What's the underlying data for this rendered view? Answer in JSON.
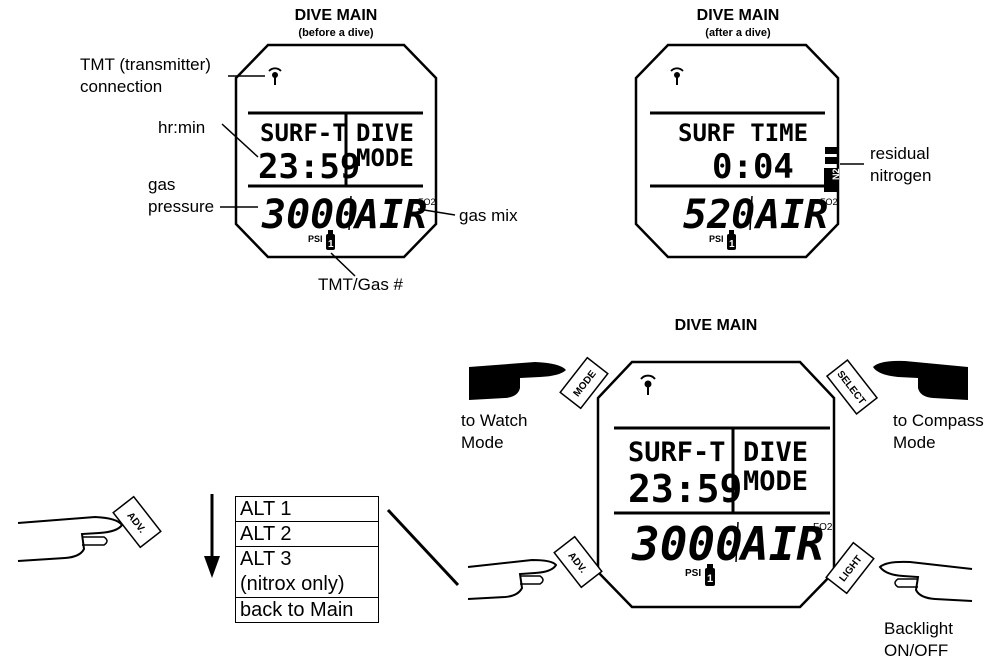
{
  "top_left": {
    "title": "DIVE MAIN",
    "subtitle": "(before a dive)",
    "screen": {
      "surf_label": "SURF-T",
      "time": "23:59",
      "mode_line1": "DIVE",
      "mode_line2": "MODE",
      "pressure": "3000",
      "gas": "AIR",
      "fo2": "FO2",
      "psi": "PSI",
      "tank_number": "1"
    },
    "callouts": {
      "tmt": "TMT (transmitter)\nconnection",
      "hrmin": "hr:min",
      "gas_pressure": "gas\npressure",
      "gas_mix": "gas mix",
      "tmt_gas": "TMT/Gas #"
    }
  },
  "top_right": {
    "title": "DIVE MAIN",
    "subtitle": "(after a dive)",
    "screen": {
      "surf_label": "SURF TIME",
      "time": "0:04",
      "pressure": "520",
      "gas": "AIR",
      "fo2": "FO2",
      "psi": "PSI",
      "tank_number": "1",
      "n2": "N2"
    },
    "callouts": {
      "residual": "residual\nnitrogen"
    }
  },
  "bottom": {
    "title": "DIVE MAIN",
    "screen": {
      "surf_label": "SURF-T",
      "time": "23:59",
      "mode_line1": "DIVE",
      "mode_line2": "MODE",
      "pressure": "3000",
      "gas": "AIR",
      "fo2": "FO2",
      "psi": "PSI",
      "tank_number": "1"
    },
    "buttons": {
      "mode": "MODE",
      "select": "SELECT",
      "adv": "ADV.",
      "light": "LIGHT"
    },
    "callouts": {
      "to_watch": "to Watch\nMode",
      "to_compass": "to Compass\nMode",
      "backlight": "Backlight\nON/OFF"
    },
    "alt_list": [
      "ALT 1",
      "ALT 2",
      "ALT 3\n(nitrox only)",
      "back to Main"
    ],
    "adv_button": "ADV."
  }
}
